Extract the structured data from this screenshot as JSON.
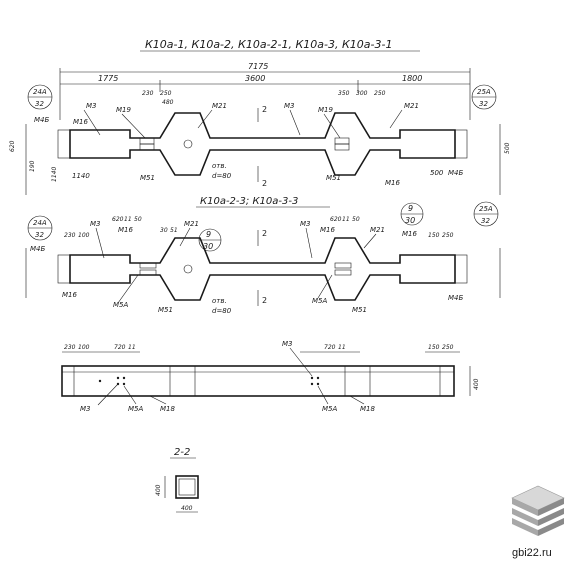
{
  "titles": {
    "top": "К10а-1, К10а-2, К10а-2-1, К10а-3, К10а-3-1",
    "middle": "К10а-2-3; К10а-3-3",
    "section": "2-2"
  },
  "dims_top": {
    "total": "7175",
    "left": "1775",
    "mid": "3600",
    "right": "1800",
    "d1": "230",
    "d2": "250",
    "d3": "480",
    "d4": "350",
    "d5": "300",
    "d6": "250",
    "h1": "620",
    "h2": "190",
    "h3": "1140",
    "h4": "500",
    "hole": "отв.",
    "hole_d": "d=80"
  },
  "callouts": {
    "c1_top": "24А",
    "c1_bot": "32",
    "c2_top": "25А",
    "c2_bot": "32",
    "c3_top": "9",
    "c3_bot": "30",
    "c4_top": "24А",
    "c4_bot": "32",
    "c5_top": "9",
    "c5_bot": "30",
    "c6_top": "25А",
    "c6_bot": "32"
  },
  "marks": {
    "m3": "М3",
    "m4b": "М4Б",
    "m16": "М16",
    "m19": "М19",
    "m21": "М21",
    "m51": "М51",
    "m5a": "М5А",
    "m18": "М18",
    "sec": "2"
  },
  "dims_mid": {
    "d1": "620",
    "d2": "11",
    "d3": "50",
    "d4": "230",
    "d5": "100",
    "d6": "150",
    "d7": "250",
    "d8": "30",
    "d9": "51"
  },
  "dims_bottom": {
    "d1": "230",
    "d2": "100",
    "d3": "720",
    "d4": "11",
    "d5": "150",
    "d6": "250",
    "h1": "400"
  },
  "section_dims": {
    "h": "400",
    "w": "400"
  },
  "site": {
    "label": "gbi22.ru"
  }
}
